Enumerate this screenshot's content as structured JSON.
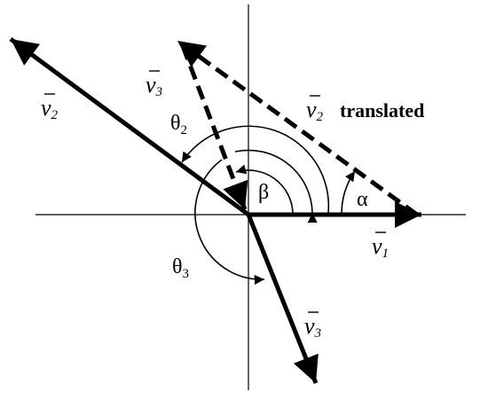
{
  "labels": {
    "v1": {
      "base": "v",
      "sub": "1"
    },
    "v2": {
      "base": "v",
      "sub": "2"
    },
    "v3_top": {
      "base": "v",
      "sub": "3"
    },
    "v3_bottom": {
      "base": "v",
      "sub": "3"
    },
    "v2_translated": {
      "base": "v",
      "sub": "2",
      "suffix": "translated"
    },
    "theta2": {
      "base": "θ",
      "sub": "2"
    },
    "theta3": {
      "base": "θ",
      "sub": "3"
    },
    "beta": "β",
    "alpha": "α"
  },
  "colors": {
    "stroke": "#000000",
    "background": "#ffffff"
  }
}
